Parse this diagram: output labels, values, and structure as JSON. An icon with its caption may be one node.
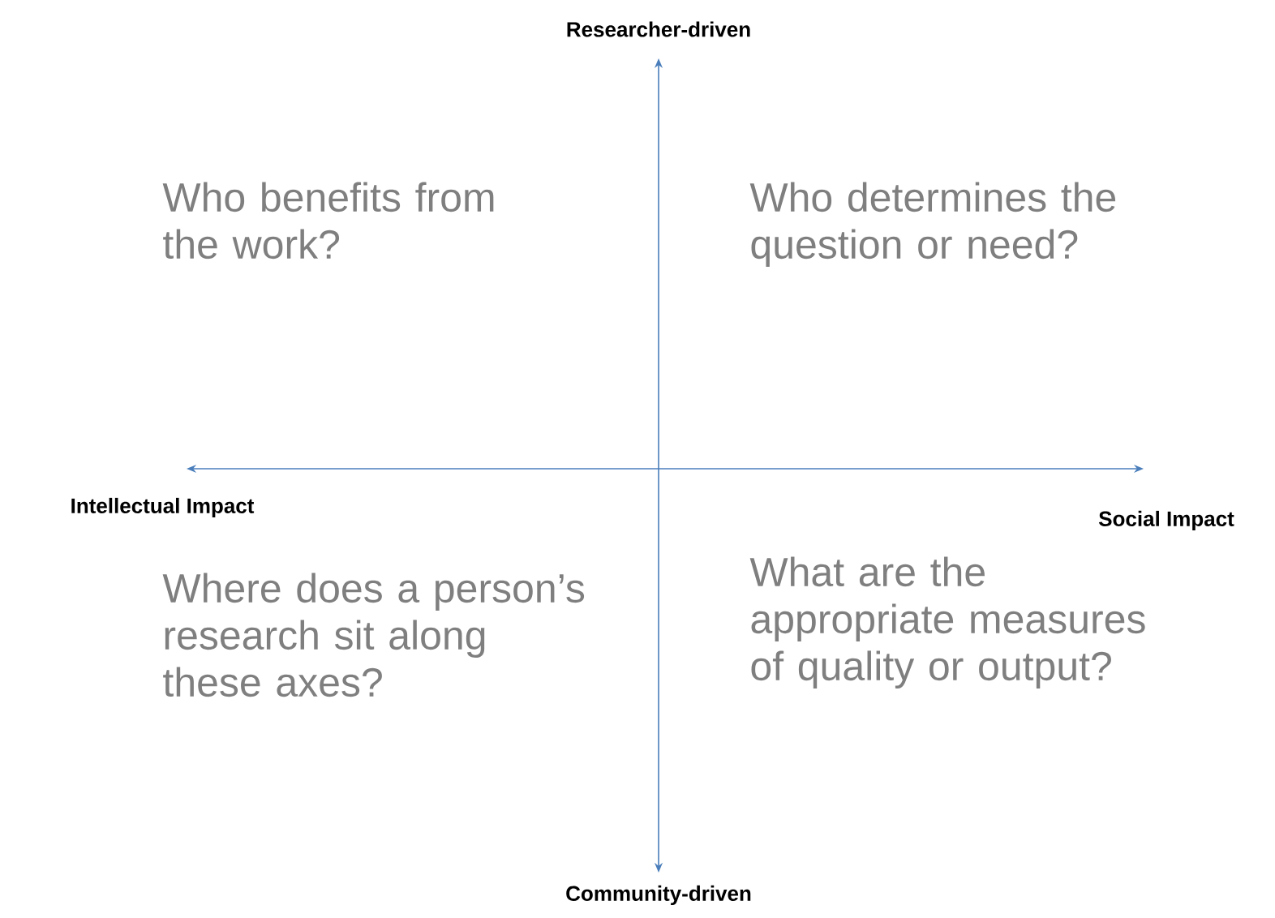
{
  "diagram": {
    "labels": [
      "Researcher-driven",
      "Who benefits from the work?",
      "Who determines the question or need?",
      "Intellectual Impact",
      "Social Impact",
      "Where does a person’s research sit along these axes?",
      "What are the appropriate measures of quality or output?",
      "Community-driven"
    ]
  }
}
